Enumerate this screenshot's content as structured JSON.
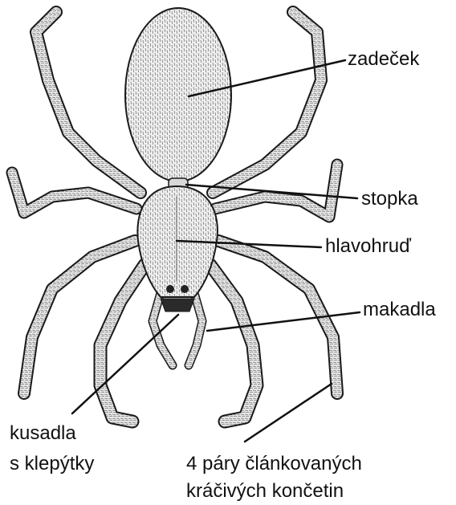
{
  "labels": {
    "zadecek": "zadeček",
    "stopka": "stopka",
    "hlavohrud": "hlavohruď",
    "makadla": "makadla",
    "kusadla_line1": "kusadla",
    "kusadla_line2": "s klepýtky",
    "pary_line1": "4 páry článkovaných",
    "pary_line2": "kráčivých končetin"
  },
  "colors": {
    "ink": "#1a1a1a",
    "body_fill": "#ececec",
    "background": "#ffffff"
  }
}
